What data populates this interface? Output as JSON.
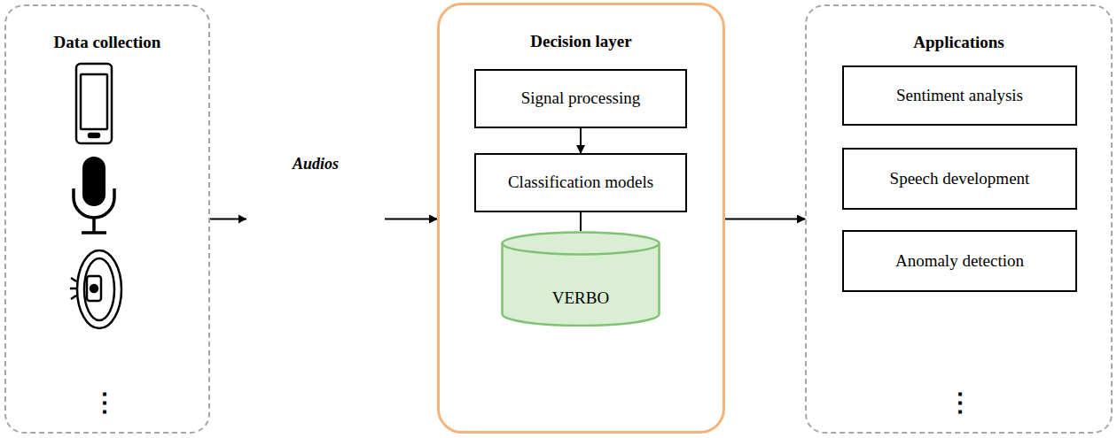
{
  "diagram": {
    "nodes": [
      {
        "text": [
          "Data collection"
        ]
      },
      {
        "text": [
          "Decision layer"
        ]
      },
      {
        "text": [
          "Signal processing"
        ],
        "in": 1
      },
      {
        "text": [
          "Classification models"
        ],
        "in": 1
      },
      {
        "text": [
          "VERBO"
        ],
        "in": 1
      },
      {
        "text": [
          "Applications"
        ]
      },
      {
        "text": [
          "Sentiment analysis"
        ],
        "in": 5
      },
      {
        "text": [
          "Speech development"
        ],
        "in": 5
      },
      {
        "text": [
          "Anomaly detection"
        ],
        "in": 5
      }
    ],
    "edges": [
      {
        "from": 0,
        "to": 1,
        "arrow": "to",
        "label": "Audios"
      },
      {
        "from": 1,
        "to": 5,
        "arrow": "to"
      },
      {
        "from": 2,
        "to": 3,
        "arrow": "to"
      },
      {
        "from": 3,
        "to": 4,
        "arrow": "none"
      }
    ],
    "labels": [
      "⋮",
      "⋮"
    ]
  }
}
